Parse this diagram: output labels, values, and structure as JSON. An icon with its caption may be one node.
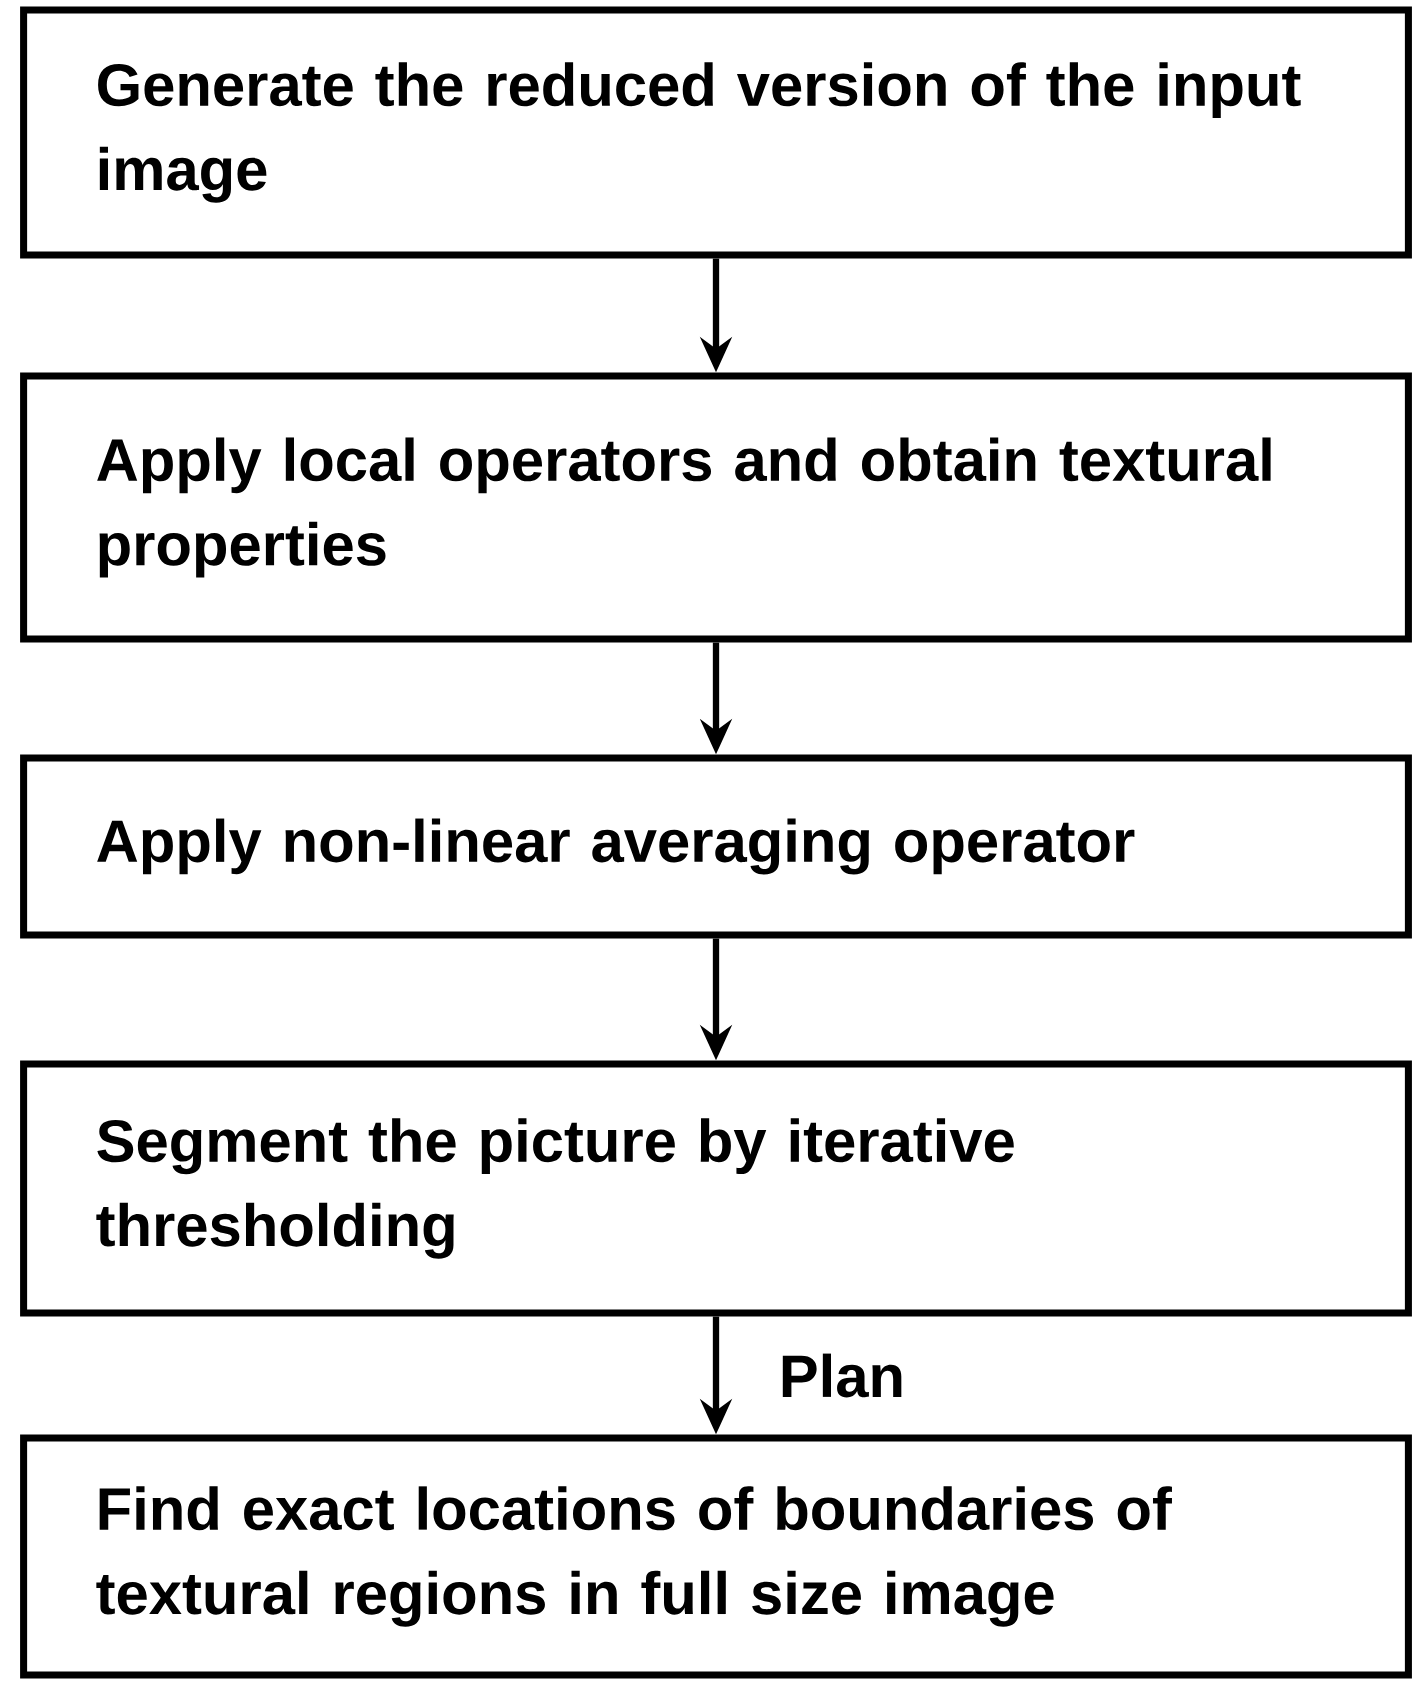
{
  "diagram": {
    "nodes": [
      {
        "text": [
          "Generate the reduced version of the input image"
        ]
      },
      {
        "text": [
          "Apply local operators and obtain textural properties"
        ]
      },
      {
        "text": [
          "Apply non-linear averaging operator"
        ]
      },
      {
        "text": [
          "Segment the picture by iterative thresholding"
        ]
      },
      {
        "text": [
          "Find exact locations of boundaries of textural regions in full size image"
        ]
      }
    ],
    "edges": [
      {
        "from": 0,
        "to": 1,
        "arrow": "to"
      },
      {
        "from": 1,
        "to": 2,
        "arrow": "to"
      },
      {
        "from": 2,
        "to": 3,
        "arrow": "to"
      },
      {
        "from": 3,
        "to": 4,
        "arrow": "to",
        "label": "Plan"
      }
    ]
  }
}
